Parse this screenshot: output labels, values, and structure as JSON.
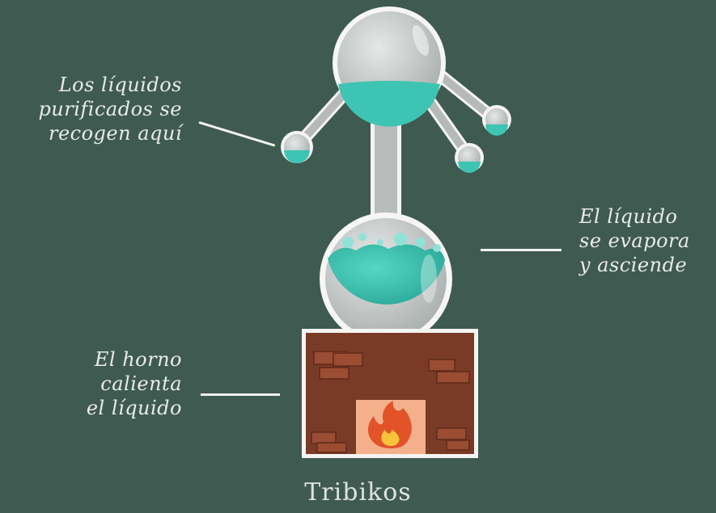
{
  "labels": {
    "collect": [
      "Los líquidos",
      "purificados se",
      "recogen aquí"
    ],
    "evaporate": [
      "El líquido",
      "se evapora",
      "y asciende"
    ],
    "oven": [
      "El horno",
      "calienta",
      "el líquido"
    ]
  },
  "brand": "Tribikos",
  "colors": {
    "background": "#3f5a51",
    "glass": "#cfd3d2",
    "liquid": "#3ec4b2",
    "brick": "#7a3b26",
    "fire": "#e2532a"
  }
}
